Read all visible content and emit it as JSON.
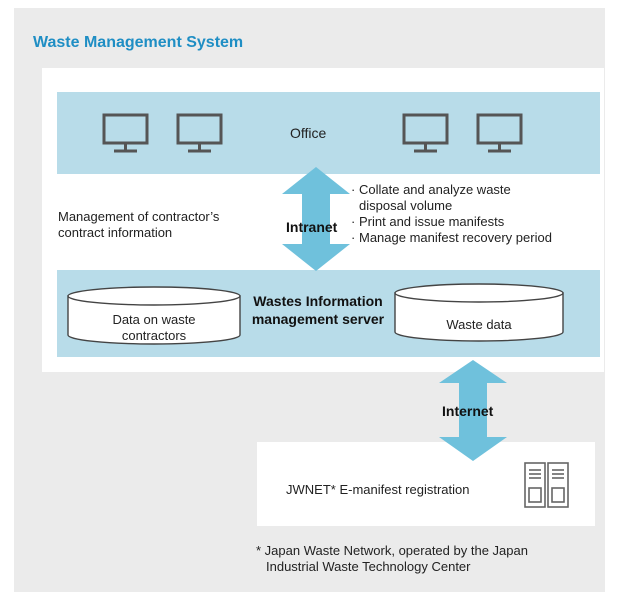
{
  "title": "Waste Management System",
  "office_label": "Office",
  "contract_note": [
    "Management of contractor’s",
    "contract information"
  ],
  "intranet_label": "Intranet",
  "internet_label": "Internet",
  "tasks": [
    [
      "Collate and analyze waste",
      "disposal volume"
    ],
    [
      "Print and issue manifests"
    ],
    [
      "Manage manifest recovery period"
    ]
  ],
  "server_label": [
    "Wastes Information",
    "management server"
  ],
  "db_contractors": [
    "Data on waste",
    "contractors"
  ],
  "db_waste": "Waste data",
  "jwnet_label": "JWNET* E-manifest registration",
  "footnote": [
    "* Japan Waste Network, operated by the Japan",
    "Industrial Waste Technology Center"
  ],
  "colors": {
    "title": "#1f8ec4",
    "band": "#b8dce9",
    "arrow": "#6fc1dc",
    "panel": "#ebebeb"
  },
  "icons": {
    "computer": "monitor-icon",
    "database": "database-icon",
    "server": "server-rack-icon"
  }
}
